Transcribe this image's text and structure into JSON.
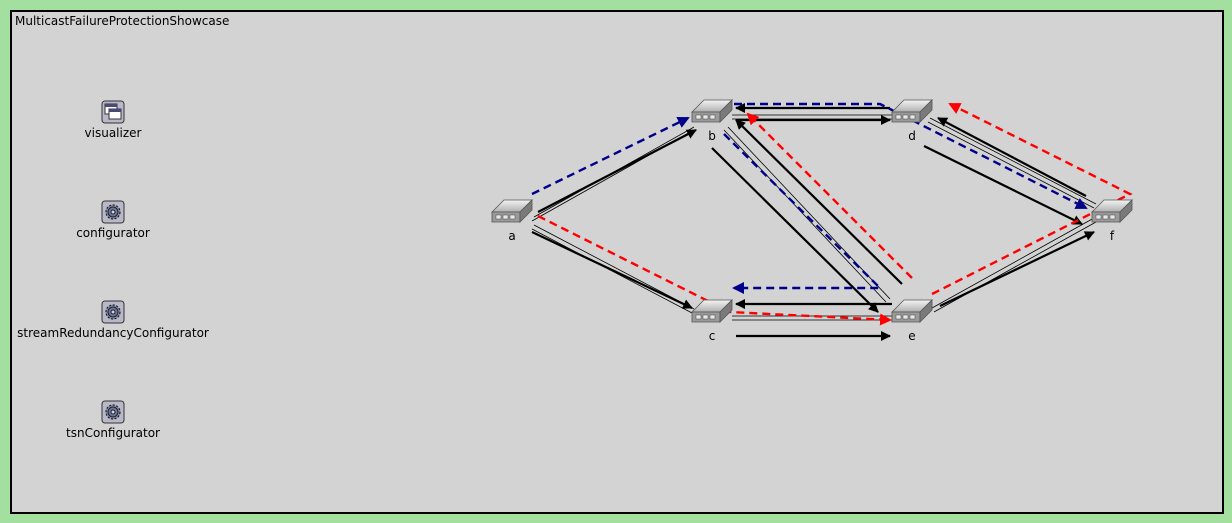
{
  "network": {
    "title": "MulticastFailureProtectionShowcase"
  },
  "modules": [
    {
      "id": "visualizer",
      "label": "visualizer",
      "icon": "window-icon"
    },
    {
      "id": "configurator",
      "label": "configurator",
      "icon": "gear-icon"
    },
    {
      "id": "streamRedundancyConfigurator",
      "label": "streamRedundancyConfigurator",
      "icon": "gear-icon"
    },
    {
      "id": "tsnConfigurator",
      "label": "tsnConfigurator",
      "icon": "gear-icon"
    }
  ],
  "nodes": [
    {
      "id": "a",
      "label": "a"
    },
    {
      "id": "b",
      "label": "b"
    },
    {
      "id": "c",
      "label": "c"
    },
    {
      "id": "d",
      "label": "d"
    },
    {
      "id": "e",
      "label": "e"
    },
    {
      "id": "f",
      "label": "f"
    }
  ],
  "colors": {
    "blue_path": "#00008b",
    "red_path": "#ff0000",
    "link": "#000000"
  }
}
